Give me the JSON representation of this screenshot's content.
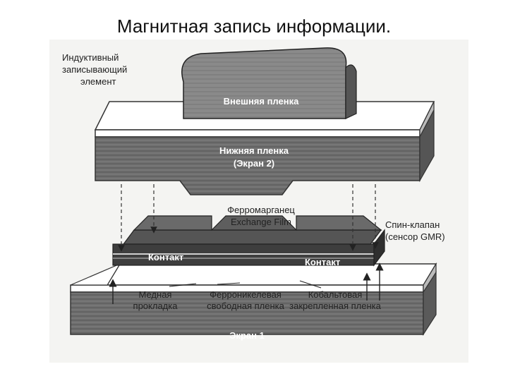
{
  "title": "Магнитная запись информации.",
  "diagram": {
    "inductive_element": [
      "Индуктивный",
      "записывающий",
      "элемент"
    ],
    "outer_film": "Внешняя пленка",
    "lower_film": [
      "Нижняя пленка",
      "(Экран 2)"
    ],
    "exchange_film": [
      "Ферромарганец",
      "Exchange Film"
    ],
    "spin_valve": [
      "Спин-клапан",
      "(сенсор GMR)"
    ],
    "contact_left": "Контакт",
    "contact_right": "Контакт",
    "copper_spacer": [
      "Медная",
      "прокладка"
    ],
    "free_film": [
      "Ферроникелевая",
      "свободная пленка"
    ],
    "pinned_film": [
      "Кобальтовая",
      "закрепленная пленка"
    ],
    "screen1": "Экран 1"
  }
}
